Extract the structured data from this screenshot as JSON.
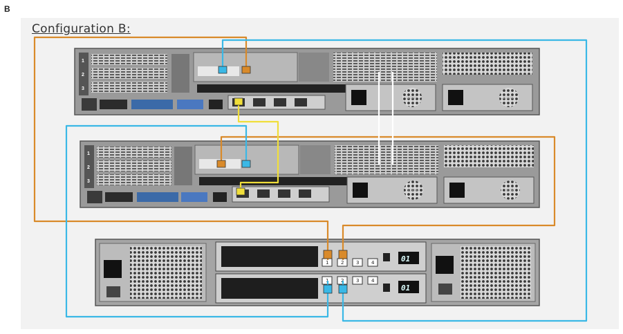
{
  "figure": {
    "panel_label": "B",
    "title": "Configuration B:"
  },
  "servers": [
    {
      "riser_slots": [
        "1",
        "2",
        "3"
      ]
    },
    {
      "riser_slots": [
        "1",
        "2",
        "3"
      ]
    }
  ],
  "storage": {
    "controllers": [
      {
        "ports": [
          "1",
          "2",
          "3",
          "4"
        ],
        "display": "01"
      },
      {
        "ports": [
          "1",
          "2",
          "3",
          "4"
        ],
        "display": "01"
      }
    ]
  },
  "colors": {
    "orange": "#d98a2a",
    "blue": "#3ab8e6",
    "yellow": "#f0de3a",
    "white": "#ffffff"
  }
}
